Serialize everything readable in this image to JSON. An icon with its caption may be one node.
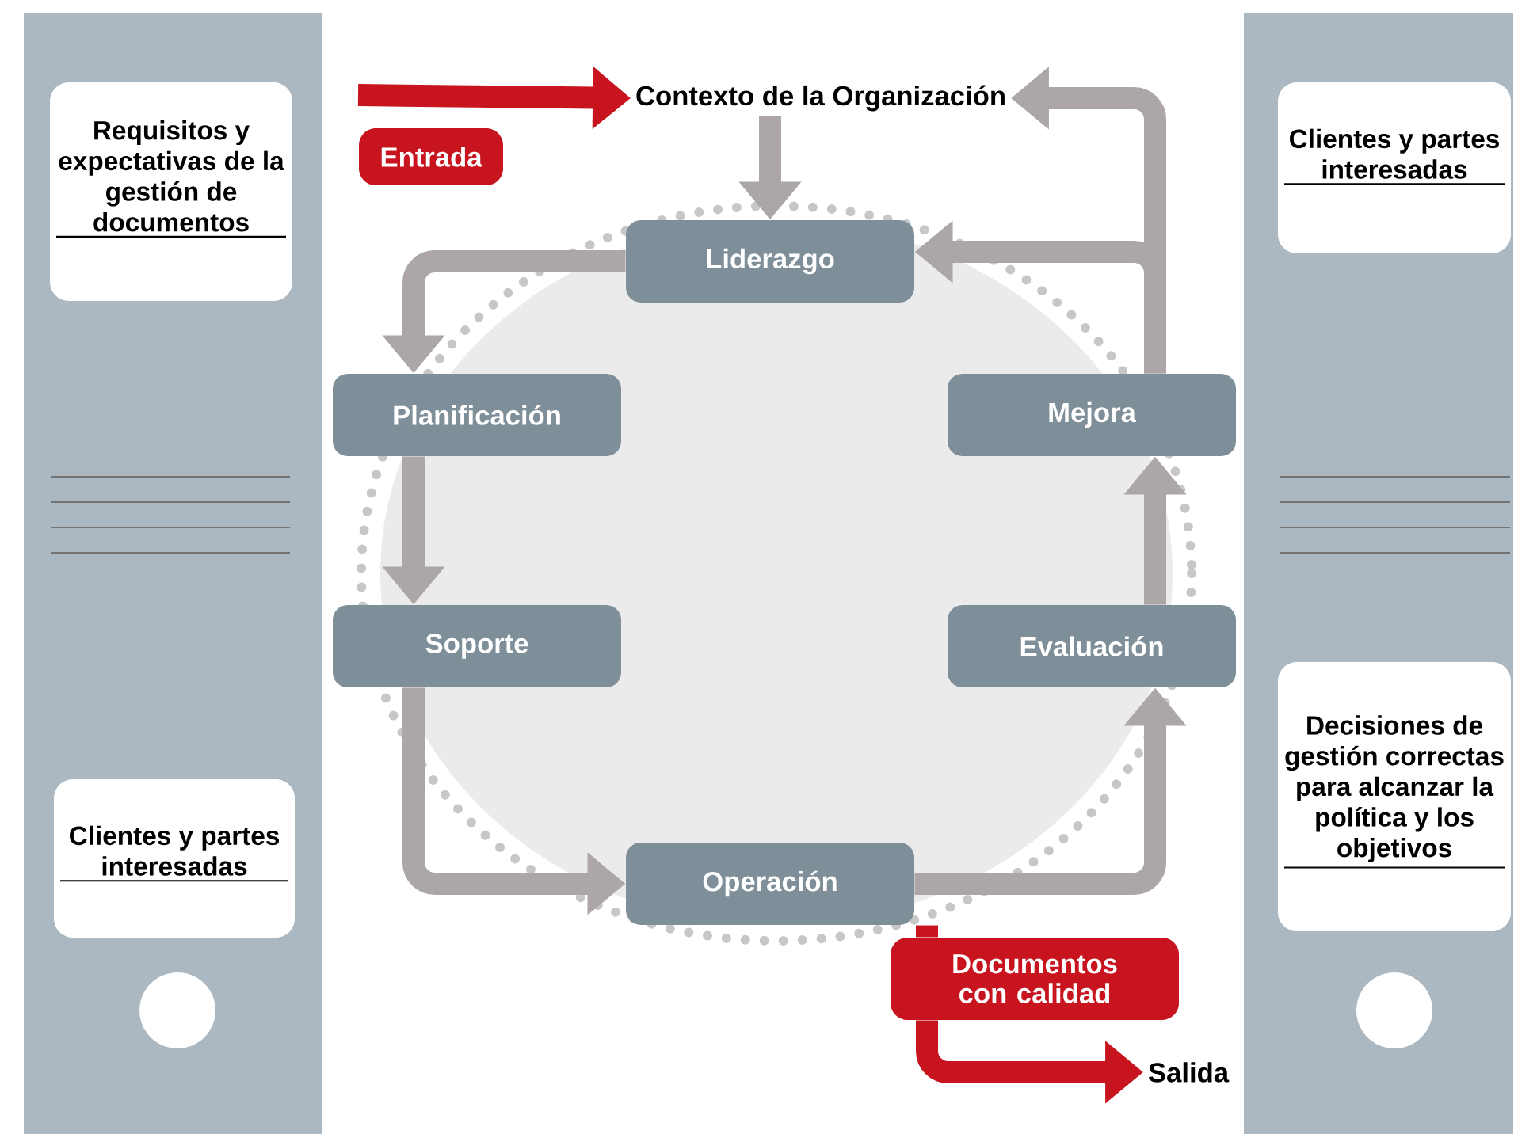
{
  "diagram": {
    "nodes": [
      {
        "text": [
          "Requisitos y expectativas de la gestión de documentos"
        ]
      },
      {
        "text": [
          "Clientes y partes interesadas"
        ]
      },
      {
        "text": [
          "Clientes y partes interesadas"
        ]
      },
      {
        "text": [
          "Decisiones de gestión correctas para alcanzar la política y los objetivos"
        ]
      },
      {
        "text": [
          "Contexto de la Organización"
        ]
      },
      {
        "text": [
          "Entrada"
        ]
      },
      {
        "text": [
          "Liderazgo"
        ]
      },
      {
        "text": [
          "Planificación"
        ]
      },
      {
        "text": [
          "Soporte"
        ]
      },
      {
        "text": [
          "Operación"
        ]
      },
      {
        "text": [
          "Evaluación"
        ]
      },
      {
        "text": [
          "Mejora"
        ]
      },
      {
        "text": [
          "Documentos con calidad"
        ]
      },
      {
        "text": [
          "Salida"
        ]
      }
    ],
    "edges": [
      {
        "from": null,
        "to": 4,
        "arrow": "to",
        "color": "#c8141e"
      },
      {
        "from": 4,
        "to": 6,
        "arrow": "to"
      },
      {
        "from": 6,
        "to": 7,
        "arrow": "to"
      },
      {
        "from": 7,
        "to": 8,
        "arrow": "to"
      },
      {
        "from": 8,
        "to": 9,
        "arrow": "to"
      },
      {
        "from": 9,
        "to": 10,
        "arrow": "to"
      },
      {
        "from": 10,
        "to": 11,
        "arrow": "to"
      },
      {
        "from": 11,
        "to": 6,
        "arrow": "to"
      },
      {
        "from": 11,
        "to": 4,
        "arrow": "to"
      },
      {
        "from": 9,
        "to": 12,
        "arrow": "none",
        "color": "#c8141e"
      },
      {
        "from": 12,
        "to": 13,
        "arrow": "to",
        "color": "#c8141e"
      }
    ]
  }
}
